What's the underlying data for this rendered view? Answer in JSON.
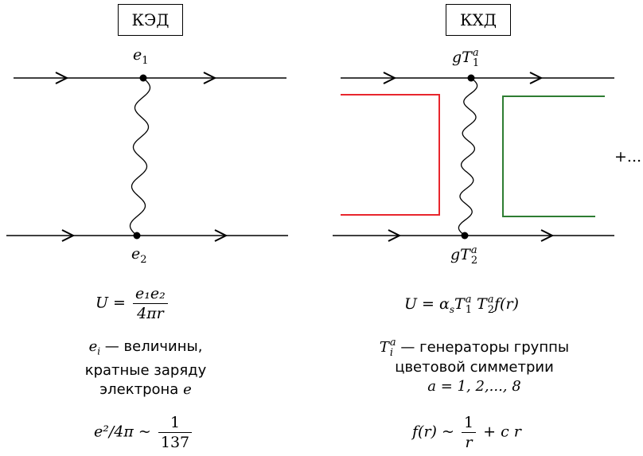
{
  "qed": {
    "box_label": "КЭД",
    "vertex_top": {
      "base": "e",
      "sub": "1"
    },
    "vertex_bottom": {
      "base": "e",
      "sub": "2"
    },
    "potential": {
      "lhs": "U =",
      "num": "e₁e₂",
      "den": "4πr"
    },
    "description": [
      "e",
      "i",
      " — величины,",
      "кратные заряду",
      "электрона ",
      "e"
    ],
    "coupling": {
      "lhs": "e²/4π ~",
      "num": "1",
      "den": "137"
    }
  },
  "qcd": {
    "box_label": "КХД",
    "vertex_top": {
      "g": "g",
      "T": "T",
      "sup": "a",
      "sub": "1"
    },
    "vertex_bottom": {
      "g": "g",
      "T": "T",
      "sup": "a",
      "sub": "2"
    },
    "potential": "U = αs T a1 T a2 f(r)",
    "potential_parts": {
      "U": "U",
      "eq": " = ",
      "alpha": "α",
      "s": "s",
      "T": "T",
      "a": "a",
      "one": "1",
      "two": "2",
      "fr": "f(r)"
    },
    "description": {
      "T": "T",
      "sup": "a",
      "sub": "i",
      "text1": " — генераторы группы",
      "text2": "цветовой симметрии",
      "range": "a = 1, 2,..., 8"
    },
    "potential_r": {
      "lhs": "f(r) ~",
      "num": "1",
      "den": "r",
      "plus": "+",
      "cr": "c r"
    }
  },
  "more_terms": "+...",
  "colors": {
    "line": "#000000",
    "red": "#e8262d",
    "green": "#2e7d32"
  }
}
